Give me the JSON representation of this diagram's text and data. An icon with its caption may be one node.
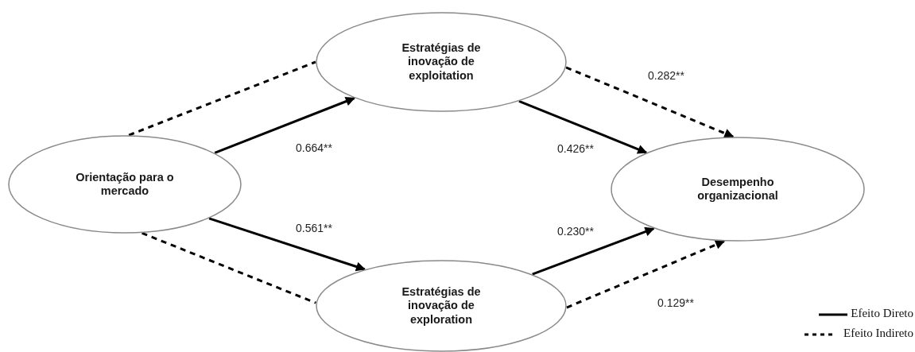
{
  "diagram": {
    "nodes": [
      {
        "text": [
          "Orientação para o mercado"
        ]
      },
      {
        "text": [
          "Estratégias de inovação de exploitation"
        ]
      },
      {
        "text": [
          "Estratégias de inovação de exploration"
        ]
      },
      {
        "text": [
          "Desempenho organizacional"
        ]
      }
    ],
    "edges": [
      {
        "from": 0,
        "to": 1,
        "arrow": "none",
        "style": "dashed"
      },
      {
        "from": 0,
        "to": 1,
        "arrow": "to",
        "label": "0.664**"
      },
      {
        "from": 0,
        "to": 2,
        "arrow": "to",
        "label": "0.561**"
      },
      {
        "from": 0,
        "to": 2,
        "arrow": "none",
        "style": "dashed"
      },
      {
        "from": 1,
        "to": 3,
        "arrow": "to",
        "label": "0.426**"
      },
      {
        "from": 1,
        "to": 3,
        "arrow": "to",
        "style": "dashed",
        "label": "0.282**"
      },
      {
        "from": 2,
        "to": 3,
        "arrow": "to",
        "label": "0.230**"
      },
      {
        "from": 2,
        "to": 3,
        "arrow": "to",
        "style": "dashed",
        "label": "0.129**"
      }
    ],
    "legend": [
      {
        "text": "Efeito Direto"
      },
      {
        "text": "Efeito Indireto"
      }
    ]
  }
}
